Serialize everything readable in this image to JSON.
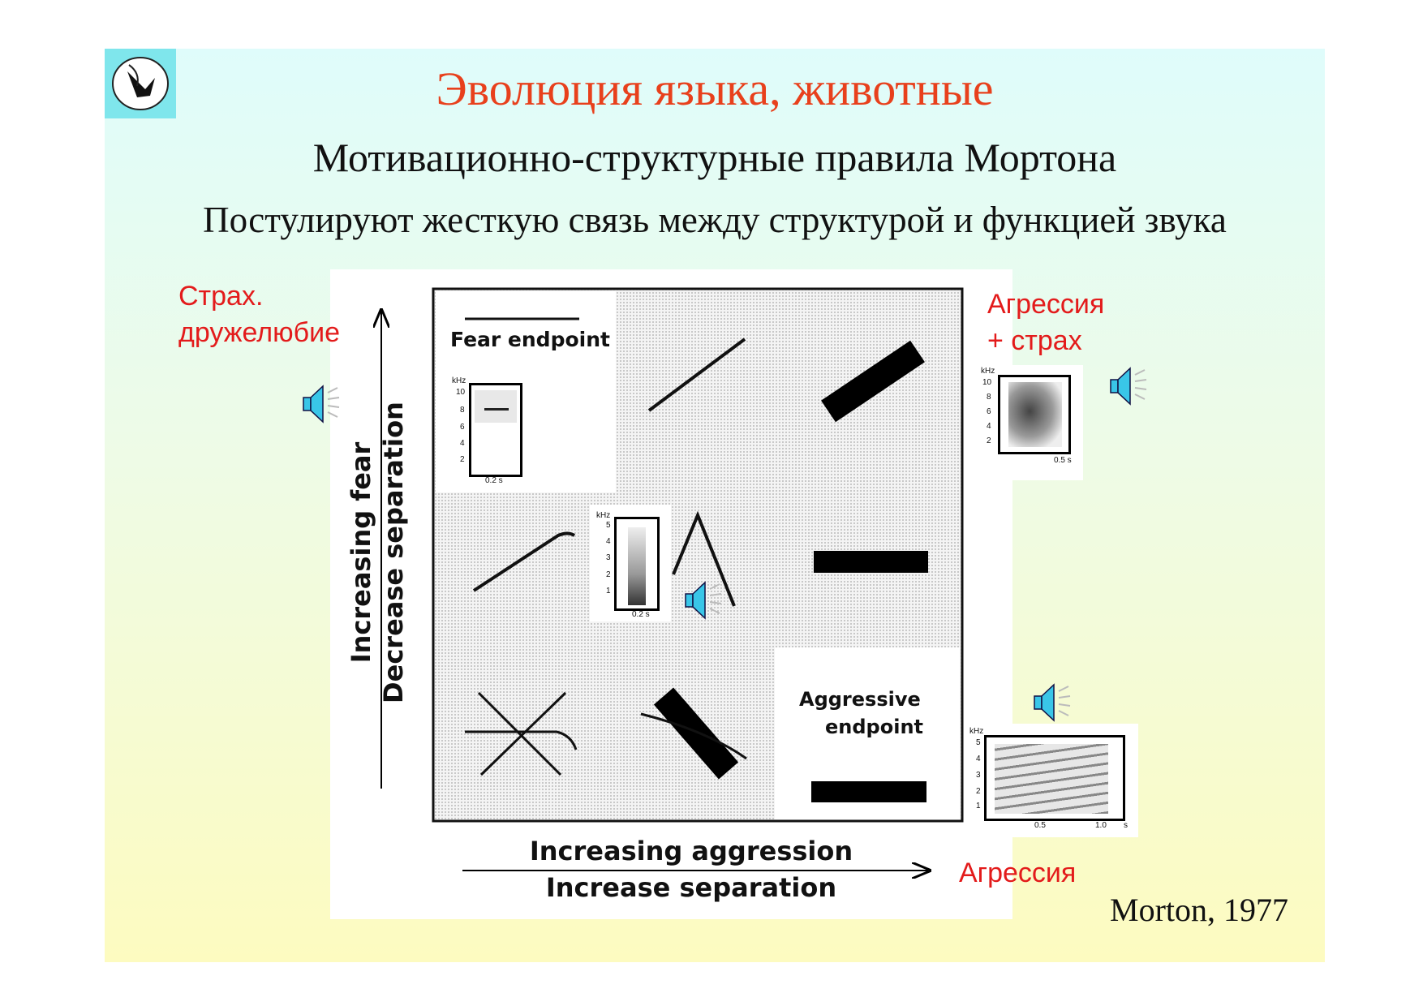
{
  "slide": {
    "title": "Эволюция языка, животные",
    "subtitle": "Мотивационно-структурные правила Мортона",
    "statement": "Постулируют жесткую связь между структурой и функцией звука",
    "citation": "Morton, 1977"
  },
  "labels": {
    "fear_line1": "Страх.",
    "fear_line2": "дружелюбие",
    "aggr_fear_line1": "Агрессия",
    "aggr_fear_line2": "+ страх",
    "aggression": "Агрессия"
  },
  "figure": {
    "fear_endpoint": "Fear endpoint",
    "aggressive_line1": "Aggressive",
    "aggressive_line2": "endpoint",
    "y_axis_1": "Increasing fear",
    "y_axis_2": "Decrease separation",
    "x_axis_1": "Increasing aggression",
    "x_axis_2": "Increase separation"
  },
  "spectrograms": {
    "fear": {
      "unit": "kHz",
      "ticks": [
        "10",
        "8",
        "6",
        "4",
        "2"
      ],
      "time": "0.2 s"
    },
    "middle": {
      "unit": "kHz",
      "ticks": [
        "5",
        "4",
        "3",
        "2",
        "1"
      ],
      "time": "0.2 s"
    },
    "aggr_fear": {
      "unit": "kHz",
      "ticks": [
        "10",
        "8",
        "6",
        "4",
        "2"
      ],
      "time": "0.5 s"
    },
    "aggression": {
      "unit": "kHz",
      "ticks": [
        "5",
        "4",
        "3",
        "2",
        "1"
      ],
      "time_1": "0.5",
      "time_2": "1.0",
      "time_unit": "s"
    }
  },
  "colors": {
    "title": "#e8401c",
    "label": "#e31b1b",
    "speaker": "#39c6e8"
  }
}
